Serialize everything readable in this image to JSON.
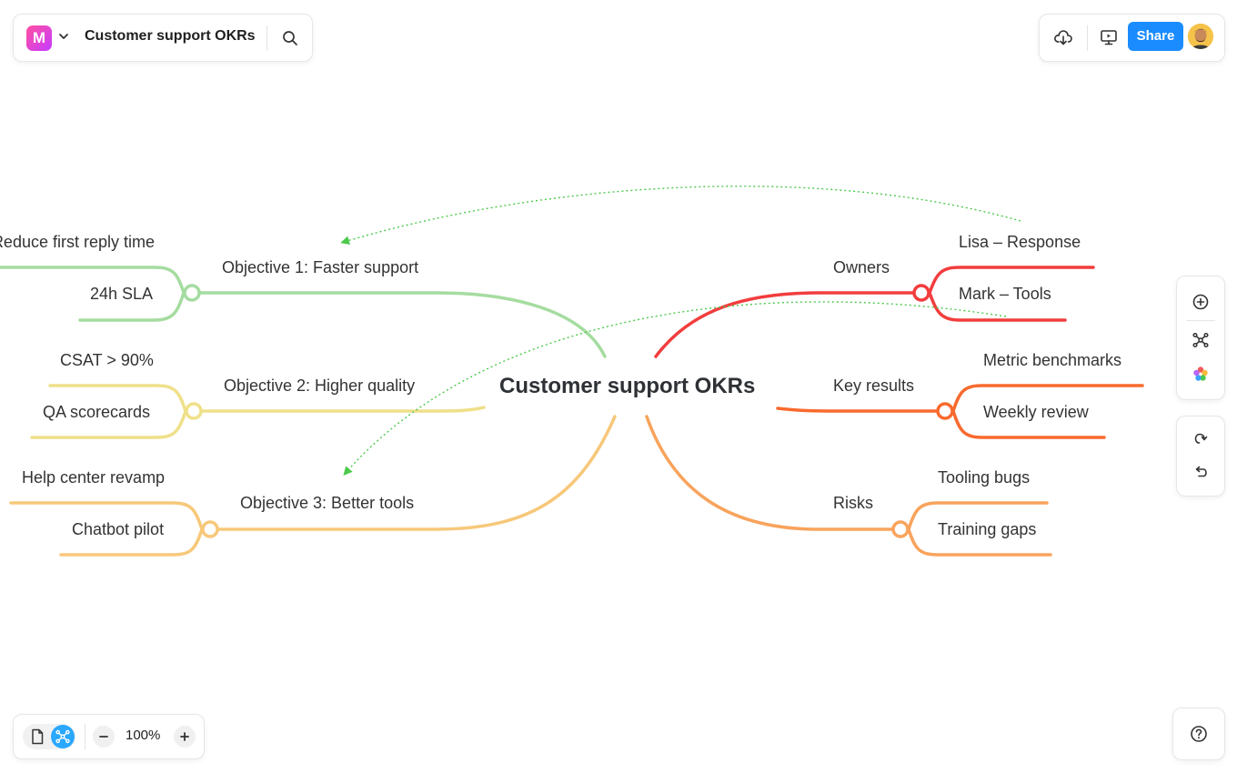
{
  "app": {
    "logo_letter": "M",
    "document_title": "Customer support OKRs"
  },
  "toolbar": {
    "share_label": "Share"
  },
  "zoom": {
    "level": "100%"
  },
  "mindmap": {
    "root": "Customer support OKRs",
    "left_branches": [
      {
        "label": "Objective 1: Faster support",
        "color": "#a5dca0",
        "children": [
          "Reduce first reply time",
          "24h SLA"
        ]
      },
      {
        "label": "Objective 2: Higher quality",
        "color": "#efe08a",
        "children": [
          "CSAT > 90%",
          "QA scorecards"
        ]
      },
      {
        "label": "Objective 3: Better tools",
        "color": "#f7c87a",
        "children": [
          "Help center revamp",
          "Chatbot pilot"
        ]
      }
    ],
    "right_branches": [
      {
        "label": "Owners",
        "color": "#f23d3d",
        "children": [
          "Lisa – Response",
          "Mark – Tools"
        ]
      },
      {
        "label": "Key results",
        "color": "#f96a2e",
        "children": [
          "Metric benchmarks",
          "Weekly review"
        ]
      },
      {
        "label": "Risks",
        "color": "#f9a35c",
        "children": [
          "Tooling bugs",
          "Training gaps"
        ]
      }
    ],
    "relation_color": "#4cc94c"
  },
  "icons": {
    "logo": "mindmap-logo-icon",
    "caret": "chevron-down-icon",
    "search": "search-icon",
    "download": "cloud-download-icon",
    "present": "presentation-icon",
    "add": "add-node-icon",
    "layout": "mindmap-layout-icon",
    "theme": "color-theme-icon",
    "redo": "redo-icon",
    "undo": "undo-icon",
    "outline": "outline-view-icon",
    "mindmap_view": "mindmap-view-icon",
    "zoom_out": "minus-icon",
    "zoom_in": "plus-icon",
    "help": "help-icon"
  }
}
